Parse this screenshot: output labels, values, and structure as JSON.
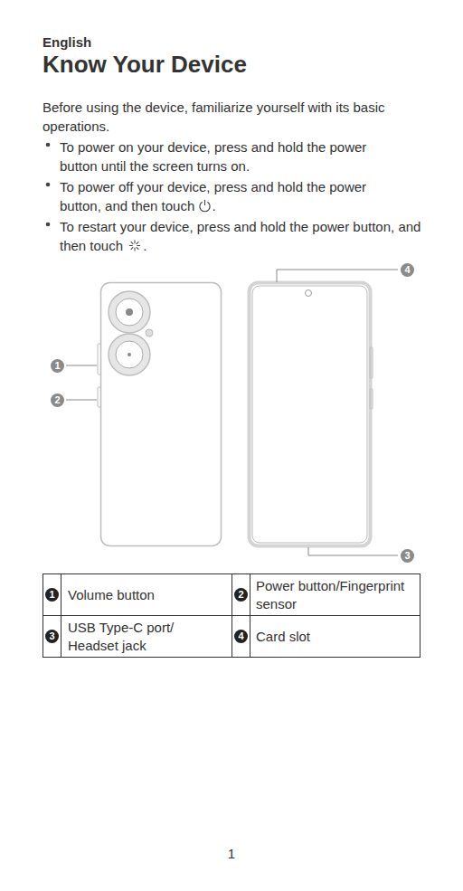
{
  "diagram": {
    "title": "Know Your Device",
    "labels": [
      "English",
      "Before using the device, familiarize yourself with its basic operations.",
      "To power on your device, press and hold the power button until the screen turns on.",
      "To power off your device, press and hold the power button, and then touch",
      ".",
      "To restart your device, press and hold the power button, and then touch",
      ".",
      "4",
      "1",
      "2",
      "3",
      "1",
      "Volume button",
      "2",
      "Power button/Fingerprint sensor",
      "3",
      "USB Type-C port/ Headset jack",
      "4",
      "Card slot",
      "1"
    ]
  }
}
